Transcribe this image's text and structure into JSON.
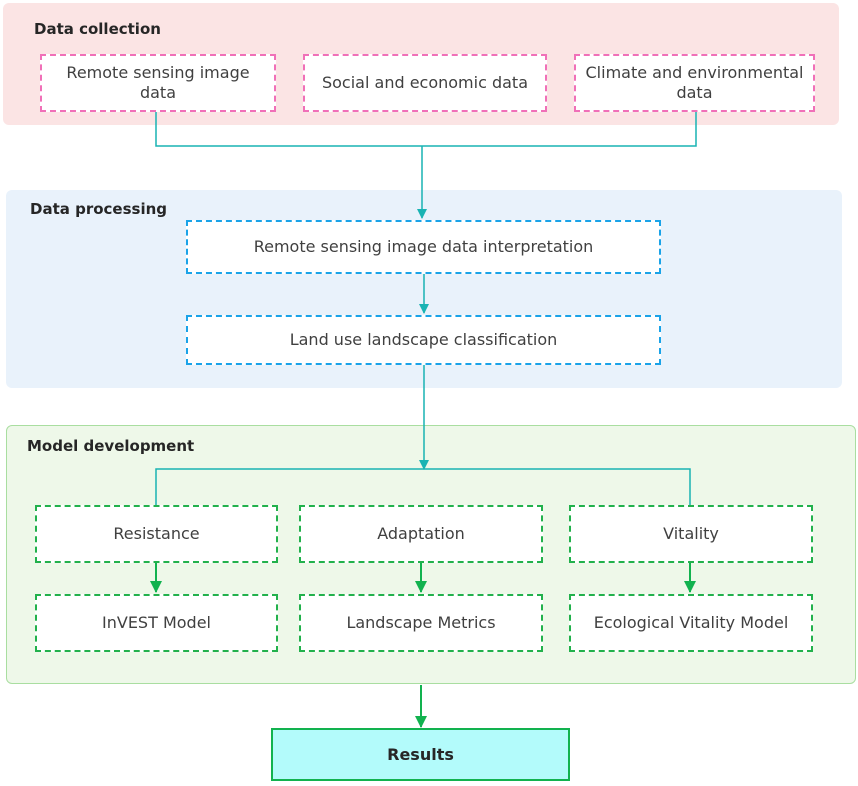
{
  "data_collection": {
    "title": "Data collection",
    "items": [
      "Remote sensing image data",
      "Social and economic data",
      "Climate and environmental data"
    ]
  },
  "data_processing": {
    "title": "Data processing",
    "items": [
      "Remote sensing image data interpretation",
      "Land use landscape classification"
    ]
  },
  "model_development": {
    "title": "Model development",
    "dimensions": [
      "Resistance",
      "Adaptation",
      "Vitality"
    ],
    "models": [
      "InVEST Model",
      "Landscape Metrics",
      "Ecological Vitality Model"
    ]
  },
  "results": {
    "label": "Results"
  },
  "colors": {
    "collection_bg": "#fbe4e4",
    "collection_border": "#f070b8",
    "processing_bg": "#e9f2fb",
    "processing_border": "#1aa3e8",
    "model_bg": "#eef8e9",
    "model_border": "#22b14c",
    "results_bg": "#b3fbfb",
    "teal_connector": "#19b3b3",
    "green_connector": "#12b24f"
  }
}
